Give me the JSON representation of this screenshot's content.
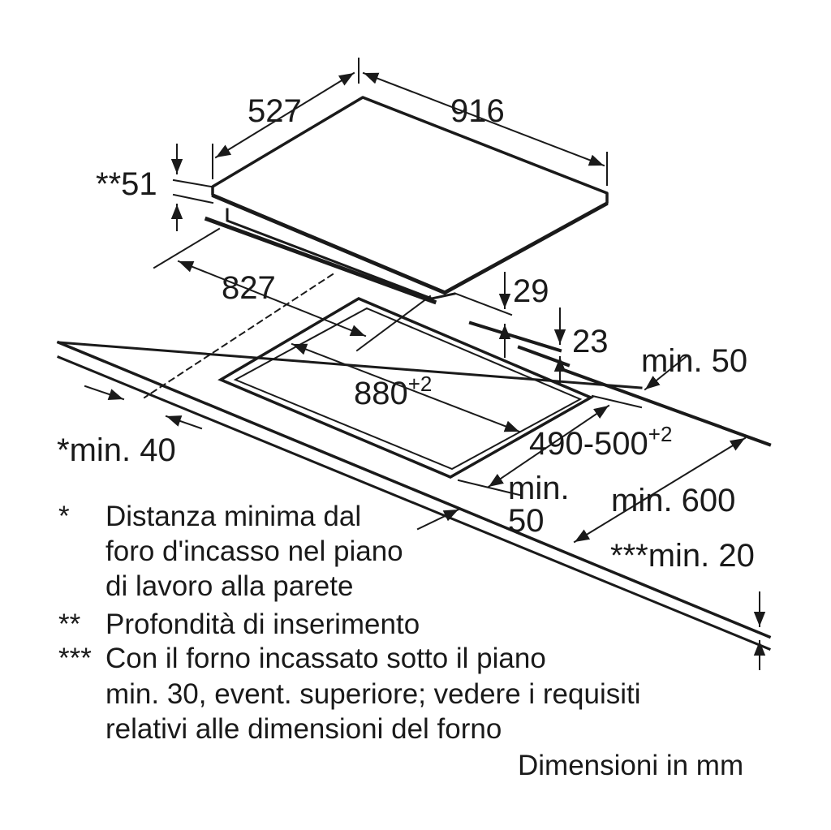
{
  "dimensions": {
    "d527": "527",
    "d916": "916",
    "d51": "**51",
    "d827": "827",
    "d29": "29",
    "d23": "23",
    "min50_right": "min. 50",
    "d880": "880",
    "d880_tol": "+2",
    "min40": "*min. 40",
    "d490_500": "490-500",
    "d490_500_tol": "+2",
    "min_front_1": "min.",
    "min_front_2": "50",
    "min600": "min. 600",
    "min20": "***min. 20"
  },
  "notes": [
    {
      "mark": "*",
      "lines": [
        "Distanza minima dal",
        "foro d'incasso nel piano",
        "di lavoro alla parete"
      ]
    },
    {
      "mark": "**",
      "lines": [
        "Profondità di inserimento"
      ]
    },
    {
      "mark": "***",
      "lines": [
        "Con il forno incassato sotto il piano",
        "min. 30, event. superiore; vedere i requisiti",
        "relativi alle dimensioni del forno"
      ]
    }
  ],
  "units_caption": "Dimensioni in mm"
}
